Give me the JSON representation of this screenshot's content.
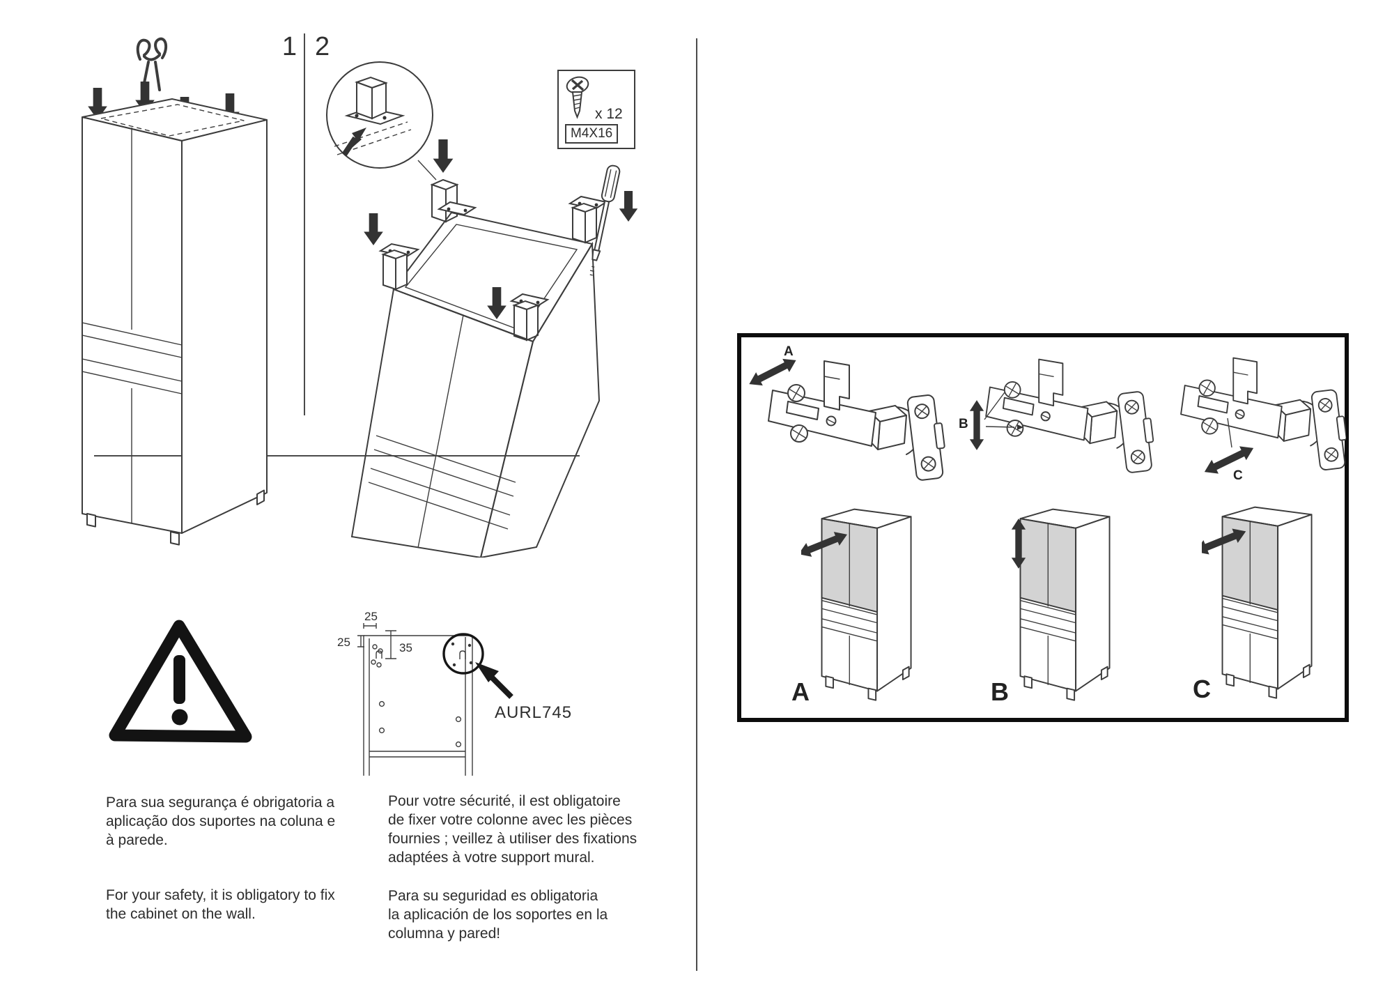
{
  "colors": {
    "ink": "#3c3c3c",
    "door_shade": "#d3d3d3",
    "background": "#ffffff"
  },
  "steps": {
    "step1_number": "1",
    "step2_number": "2"
  },
  "parts_box": {
    "screw_icon": "screw-icon",
    "quantity_label": "x 12",
    "size_label": "M4X16"
  },
  "wall_fixing_diagram": {
    "dim_top_mm": "25",
    "dim_side_mm": "25",
    "dim_offset_mm": "35",
    "bracket_code": "AURL745"
  },
  "safety_notes": {
    "portuguese": {
      "lines": [
        "Para sua segurança é obrigatoria a",
        "aplicação dos suportes na coluna e",
        "à parede."
      ]
    },
    "english": {
      "lines": [
        "For your safety, it is obligatory to fix",
        "the cabinet on the wall."
      ]
    },
    "french": {
      "lines": [
        "Pour votre sécurité, il est obligatoire",
        "de fixer votre colonne avec les pièces",
        "fournies ; veillez à utiliser des fixations",
        "adaptées à votre support mural."
      ]
    },
    "spanish": {
      "lines": [
        "Para su seguridad es obligatoria",
        "la aplicación de los soportes en la",
        "columna y pared!"
      ]
    }
  },
  "hinge_adjustment_panel": {
    "hinges": [
      {
        "label": "A"
      },
      {
        "label": "B"
      },
      {
        "label": "C"
      }
    ],
    "cabinets": [
      {
        "label": "A"
      },
      {
        "label": "B"
      },
      {
        "label": "C"
      }
    ]
  }
}
